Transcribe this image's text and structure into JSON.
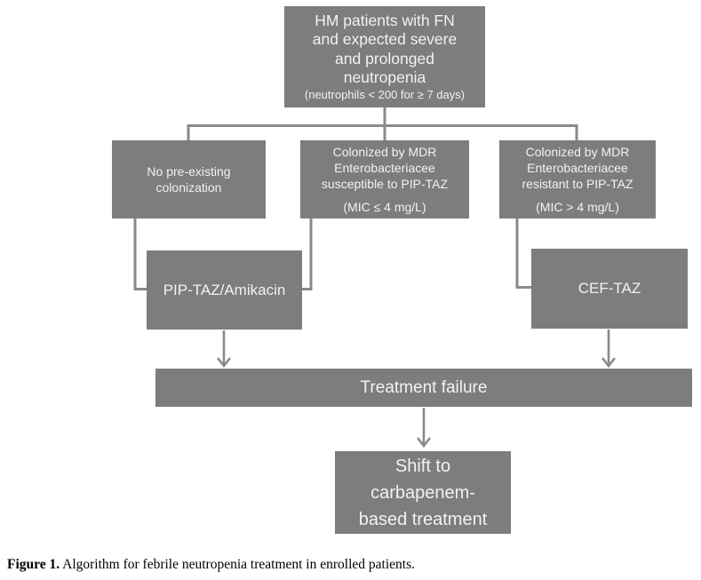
{
  "colors": {
    "box_fill": "#7d7d7d",
    "connector": "#8a8a8a",
    "box_text": "#f2f2f2",
    "caption_text": "#000000",
    "background": "#ffffff"
  },
  "flowchart": {
    "root": {
      "text": "HM patients with FN\nand expected severe\nand prolonged\nneutropenia",
      "note": "(neutrophils < 200 for ≥ 7 days)"
    },
    "branch_left": {
      "text": "No pre-existing\ncolonization"
    },
    "branch_middle": {
      "text": "Colonized by MDR\nEnterobacteriacee\nsusceptible to PIP-TAZ",
      "note": "(MIC ≤ 4 mg/L)"
    },
    "branch_right": {
      "text": "Colonized by MDR\nEnterobacteriacee\nresistant to PIP-TAZ",
      "note": "(MIC > 4 mg/L)"
    },
    "treatment_left": {
      "text": "PIP-TAZ/Amikacin"
    },
    "treatment_right": {
      "text": "CEF-TAZ"
    },
    "failure": {
      "text": "Treatment failure"
    },
    "shift": {
      "text": "Shift to\ncarbapenem-\nbased treatment"
    }
  },
  "caption": {
    "label": "Figure 1.",
    "text": " Algorithm for febrile neutropenia treatment in enrolled patients."
  }
}
